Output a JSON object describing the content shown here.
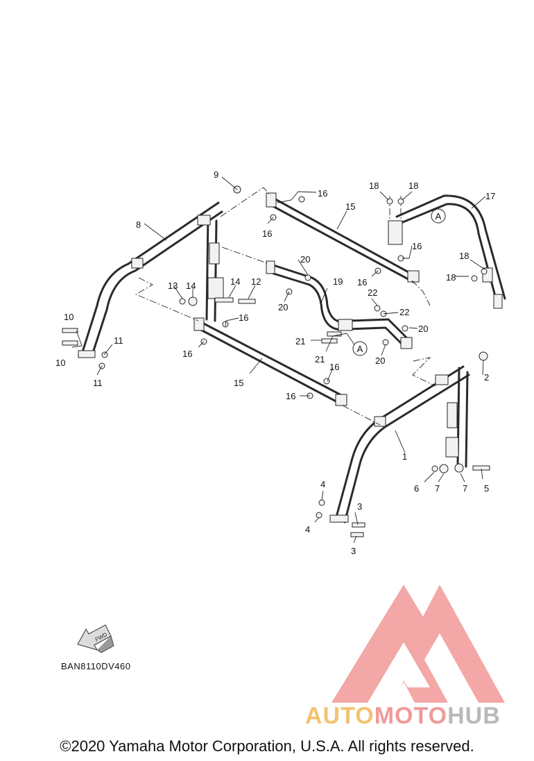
{
  "callouts": [
    {
      "n": "1"
    },
    {
      "n": "2"
    },
    {
      "n": "3"
    },
    {
      "n": "3"
    },
    {
      "n": "4"
    },
    {
      "n": "4"
    },
    {
      "n": "5"
    },
    {
      "n": "6"
    },
    {
      "n": "7"
    },
    {
      "n": "7"
    },
    {
      "n": "8"
    },
    {
      "n": "9"
    },
    {
      "n": "10"
    },
    {
      "n": "10"
    },
    {
      "n": "11"
    },
    {
      "n": "11"
    },
    {
      "n": "12"
    },
    {
      "n": "13"
    },
    {
      "n": "14"
    },
    {
      "n": "14"
    },
    {
      "n": "15"
    },
    {
      "n": "15"
    },
    {
      "n": "16"
    },
    {
      "n": "16"
    },
    {
      "n": "16"
    },
    {
      "n": "16"
    },
    {
      "n": "16"
    },
    {
      "n": "16"
    },
    {
      "n": "16"
    },
    {
      "n": "16"
    },
    {
      "n": "17"
    },
    {
      "n": "18"
    },
    {
      "n": "18"
    },
    {
      "n": "18"
    },
    {
      "n": "18"
    },
    {
      "n": "19"
    },
    {
      "n": "20"
    },
    {
      "n": "20"
    },
    {
      "n": "20"
    },
    {
      "n": "20"
    },
    {
      "n": "21"
    },
    {
      "n": "21"
    },
    {
      "n": "22"
    },
    {
      "n": "22"
    }
  ],
  "reference_marks": {
    "a_top": "A",
    "a_mid": "A"
  },
  "fwd_arrow": {
    "label": "FWD"
  },
  "diagram_code": "BAN8110DV460",
  "watermark": {
    "part1": "AUTO",
    "part2": "MOTO",
    "part3": "HUB",
    "colors": {
      "auto": "#f3c26f",
      "moto": "#f09a9a",
      "hub": "#b9b9b9",
      "logo": "#f08a8a"
    }
  },
  "copyright": "©2020 Yamaha Motor Corporation, U.S.A. All rights reserved."
}
